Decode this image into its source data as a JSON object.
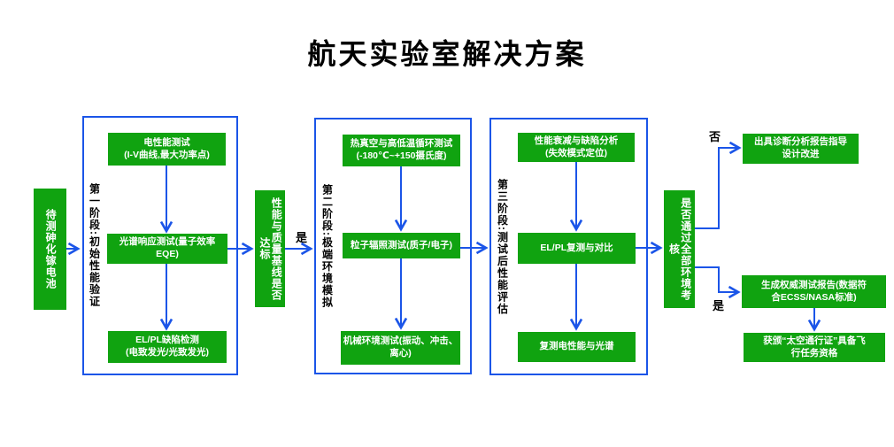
{
  "title": "航天实验室解决方案",
  "colors": {
    "green": "#10a310",
    "blue": "#1b55e8"
  },
  "start_node": {
    "label": "待测砷化镓电池"
  },
  "phases": [
    {
      "label": "第一阶段:初始性能验证",
      "steps": [
        "电性能测试\n(I-V曲线,最大功率点)",
        "光谱响应测试(量子效率EQE)",
        "EL/PL缺陷检测\n(电致发光/光致发光)"
      ]
    },
    {
      "label": "第二阶段:极端环境模拟",
      "steps": [
        "热真空与高低温循环测试\n(-180℃~+150摄氏度)",
        "粒子辐照测试(质子/电子)",
        "机械环境测试(振动、冲击、\n离心)"
      ]
    },
    {
      "label": "第三阶段:测试后性能评估",
      "steps": [
        "性能衰减与缺陷分析\n(失效模式定位)",
        "EL/PL复测与对比",
        "复测电性能与光谱"
      ]
    }
  ],
  "decisions": [
    {
      "label": "性能与质量基线是否达标"
    },
    {
      "label": "是否通过全部环境考核"
    }
  ],
  "branch_labels": {
    "yes1": "是",
    "no": "否",
    "yes2": "是"
  },
  "outcomes": {
    "fail_report": "出具诊断分析报告指导\n设计改进",
    "pass_report": "生成权威测试报告(数据符\n合ECSS/NASA标准)",
    "pass_cert": "获颁“太空通行证”具备飞\n行任务资格"
  }
}
